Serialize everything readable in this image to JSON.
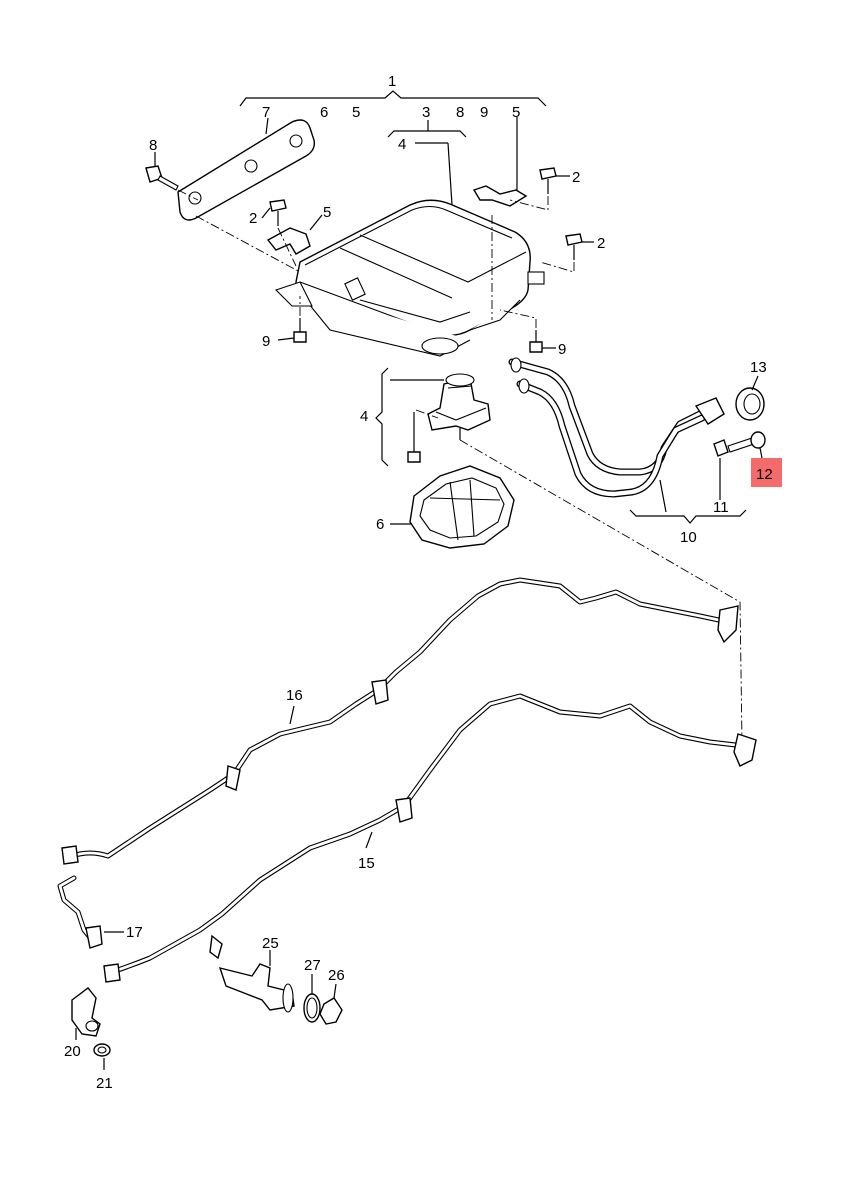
{
  "callouts": {
    "c1": "1",
    "c7": "7",
    "c6a": "6",
    "c5a": "5",
    "c3": "3",
    "c8b": "8",
    "c9b": "9",
    "c5b": "5",
    "c4a": "4",
    "c8": "8",
    "c2a": "2",
    "c2b": "2",
    "c5c": "5",
    "c2c": "2",
    "c9a": "9",
    "c9c": "9",
    "c13": "13",
    "c4b": "4",
    "c12": "12",
    "c11": "11",
    "c10": "10",
    "c6b": "6",
    "c16": "16",
    "c15": "15",
    "c17": "17",
    "c25": "25",
    "c27": "27",
    "c26": "26",
    "c20": "20",
    "c21": "21"
  },
  "highlight": {
    "label": "12",
    "color": "#f36b6b"
  }
}
